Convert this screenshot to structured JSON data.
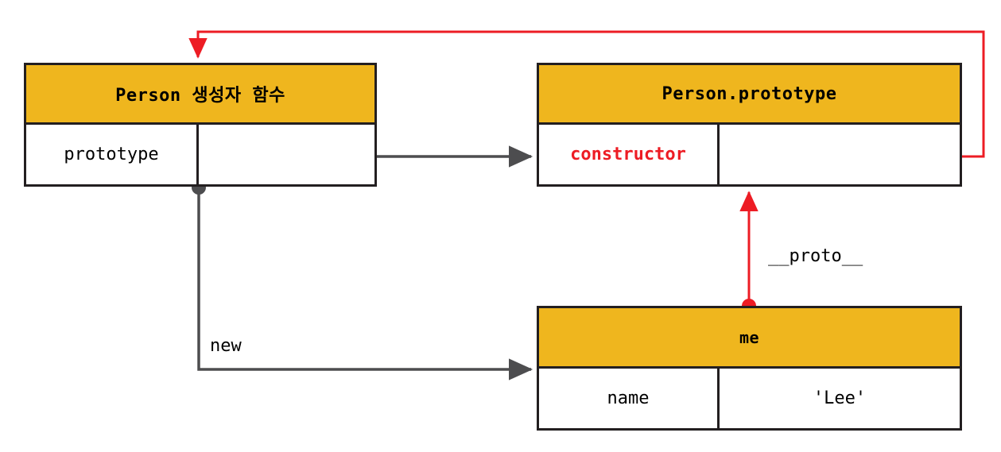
{
  "diagram": {
    "title": "JavaScript prototype relationship diagram",
    "colors": {
      "header_fill": "#efb61e",
      "border": "#231f20",
      "accent_red": "#ed1c24",
      "wire_gray": "#58595b",
      "background": "#ffffff"
    },
    "boxes": [
      {
        "id": "person",
        "header": "Person 생성자 함수",
        "rows": [
          {
            "key": "prototype",
            "value": ""
          }
        ]
      },
      {
        "id": "prototype",
        "header": "Person.prototype",
        "rows": [
          {
            "key": "constructor",
            "value": ""
          }
        ]
      },
      {
        "id": "me",
        "header": "me",
        "rows": [
          {
            "key": "name",
            "value": "'Lee'"
          }
        ]
      }
    ],
    "edges": [
      {
        "id": "prototype-link",
        "label": "",
        "from": "person.prototype",
        "to": "prototype",
        "color": "#58595b"
      },
      {
        "id": "constructor-link",
        "label": "",
        "from": "prototype.constructor",
        "to": "person",
        "color": "#ed1c24"
      },
      {
        "id": "proto-link",
        "label": "__proto__",
        "from": "me",
        "to": "prototype",
        "color": "#ed1c24"
      },
      {
        "id": "new-link",
        "label": "new",
        "from": "person",
        "to": "me",
        "color": "#58595b"
      }
    ]
  }
}
